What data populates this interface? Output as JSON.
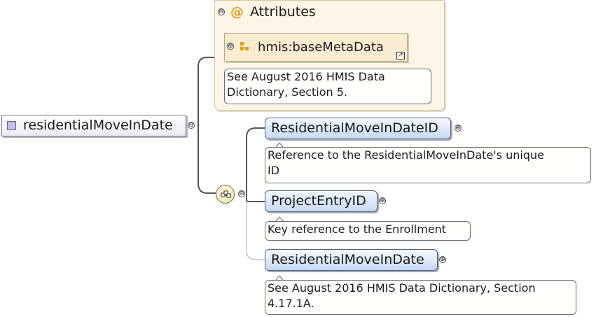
{
  "root_element": {
    "label": "residentialMoveInDate"
  },
  "attributes": {
    "title": "Attributes",
    "attribute_name": "hmis:baseMetaData",
    "note_line1": "See August 2016 HMIS Data",
    "note_line2": "Dictionary, Section 5."
  },
  "sequence": {
    "elements": [
      {
        "name": "ResidentialMoveInDateID",
        "note_line1": "Reference to the ResidentialMoveInDate's unique",
        "note_line2": "ID"
      },
      {
        "name": "ProjectEntryID",
        "note_line1": "Key reference to the Enrollment"
      },
      {
        "name": "ResidentialMoveInDate",
        "note_line1": "See August 2016 HMIS Data Dictionary, Section",
        "note_line2": "4.17.1A."
      }
    ]
  },
  "icons": {
    "collapse": "⊖",
    "expand": "⊕",
    "at": "@",
    "link": "↗"
  },
  "colors": {
    "element_fill": "#c6d9f3",
    "attribute_panel": "#fdf6e8",
    "attribute_accent": "#e0a012",
    "root_square": "#c8bfe7"
  }
}
